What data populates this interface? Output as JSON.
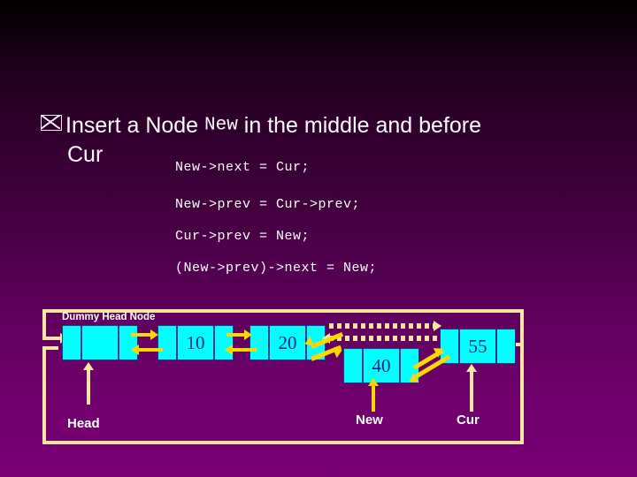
{
  "slide": {
    "bullet_icon": "envelope-bullet-icon",
    "title_part1": "Insert a Node ",
    "title_mono": "New",
    "title_part2": " in the middle and before",
    "title_line2": "Cur",
    "code_lines": [
      "New->next = Cur;",
      "New->prev = Cur->prev;",
      "Cur->prev = New;",
      "(New->prev)->next = New;"
    ]
  },
  "diagram": {
    "type": "doubly-linked-list-insertion",
    "dummy_head_label": "Dummy Head Node",
    "head_label": "Head",
    "new_label": "New",
    "cur_label": "Cur",
    "nodes": [
      {
        "id": "dummy",
        "value": "",
        "cells": 3
      },
      {
        "id": "n10",
        "value": "10",
        "cells": 3
      },
      {
        "id": "n20",
        "value": "20",
        "cells": 3
      },
      {
        "id": "n40",
        "value": "40",
        "cells": 3
      },
      {
        "id": "n55",
        "value": "55",
        "cells": 3
      }
    ],
    "colors": {
      "node_fill": "#00FFFF",
      "node_text": "#1c1c8a",
      "arrow_yellow": "#FFD700",
      "arrow_pale": "#FAE6A0",
      "label_white": "#FFFFFF",
      "background_top": "#000000",
      "background_bottom": "#7A0077"
    },
    "link_notes": [
      "dummy->next to 10",
      "10->prev to dummy",
      "10->next to 20",
      "20->prev to 10",
      "20->next dotted to 55 (old link)",
      "55->prev dotted to 20 (old link)",
      "20->next solid to New(40)",
      "New(40)->prev solid to 20",
      "New(40)->next solid to 55",
      "55->prev solid to New(40)",
      "tail wrap from 55 back around to dummy head"
    ]
  }
}
